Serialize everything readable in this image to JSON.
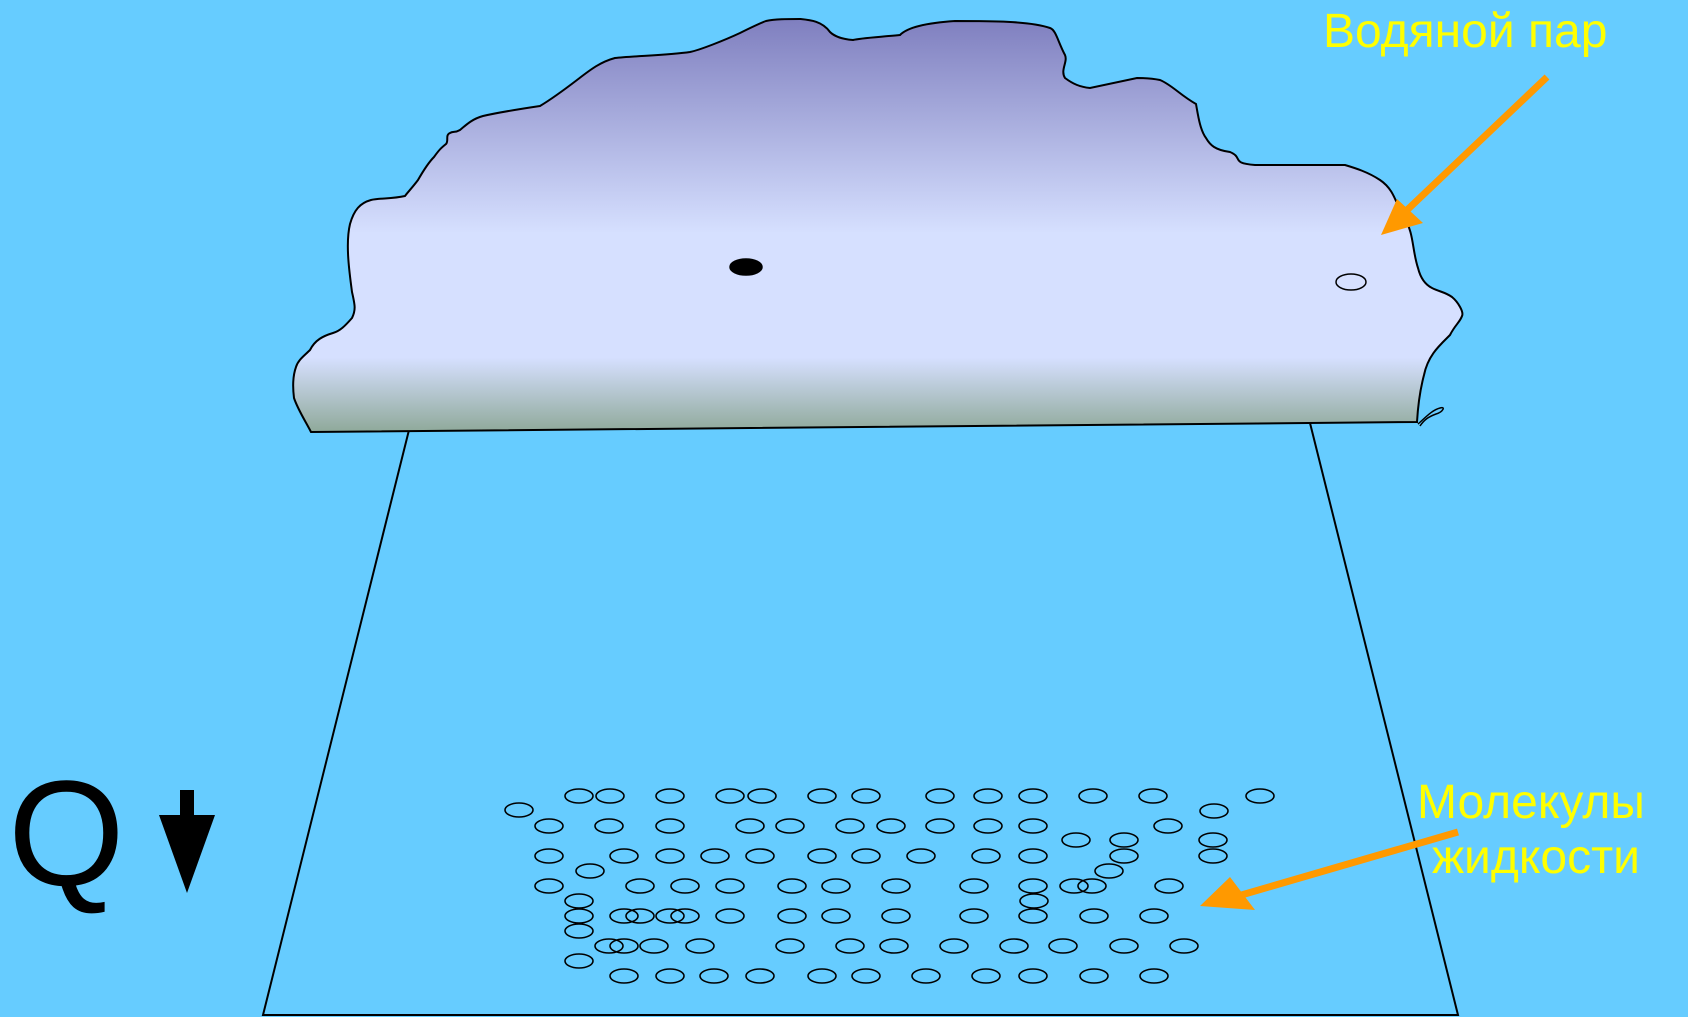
{
  "labels": {
    "vapor": "Водяной пар",
    "liquid_line1": "Молекулы",
    "liquid_line2": "жидкости",
    "heat": "Q"
  },
  "colors": {
    "background": "#66CCFF",
    "label_text": "#FFFF00",
    "arrow": "#FF9900",
    "cloud_top": "#8080C0",
    "cloud_mid": "#D6E0FF",
    "cloud_bottom": "#90A898",
    "outline": "#000000"
  },
  "icons": {
    "heat_direction": "arrow-down-icon"
  }
}
